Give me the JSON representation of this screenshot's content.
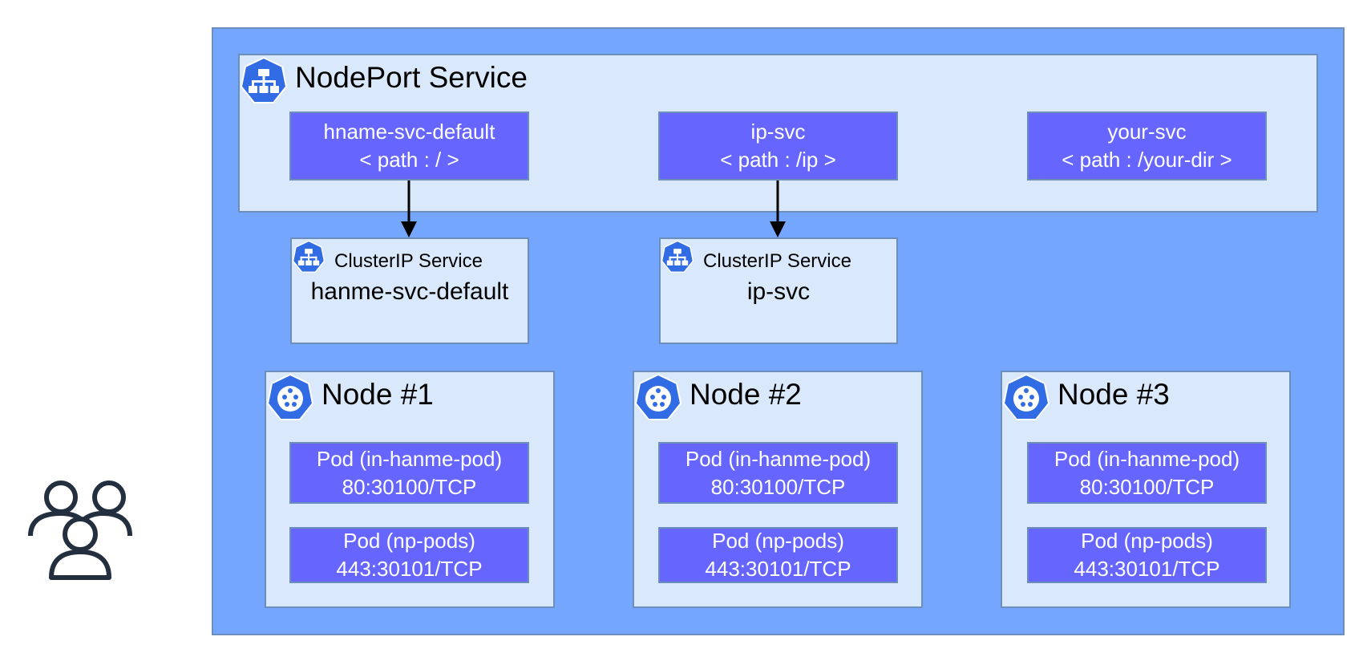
{
  "nodeport": {
    "title": "NodePort Service",
    "services": [
      {
        "name": "hname-svc-default",
        "path": "< path : / >"
      },
      {
        "name": "ip-svc",
        "path": "< path : /ip >"
      },
      {
        "name": "your-svc",
        "path": "< path : /your-dir >"
      }
    ]
  },
  "clusterip": [
    {
      "label": "ClusterIP Service",
      "name": "hanme-svc-default"
    },
    {
      "label": "ClusterIP Service",
      "name": "ip-svc"
    }
  ],
  "nodes": [
    {
      "title": "Node #1",
      "pods": [
        {
          "name": "Pod (in-hanme-pod)",
          "port": "80:30100/TCP"
        },
        {
          "name": "Pod (np-pods)",
          "port": "443:30101/TCP"
        }
      ]
    },
    {
      "title": "Node #2",
      "pods": [
        {
          "name": "Pod (in-hanme-pod)",
          "port": "80:30100/TCP"
        },
        {
          "name": "Pod (np-pods)",
          "port": "443:30101/TCP"
        }
      ]
    },
    {
      "title": "Node #3",
      "pods": [
        {
          "name": "Pod (in-hanme-pod)",
          "port": "80:30100/TCP"
        },
        {
          "name": "Pod (np-pods)",
          "port": "443:30101/TCP"
        }
      ]
    }
  ],
  "icons": {
    "users": "users-icon",
    "service": "service-icon",
    "node": "node-icon"
  },
  "colors": {
    "cluster_bg": "#75a6fd",
    "panel_bg": "#dae8fc",
    "box_bg": "#6666ff",
    "border": "#6c8ebf",
    "k8s_blue": "#326ce5"
  }
}
